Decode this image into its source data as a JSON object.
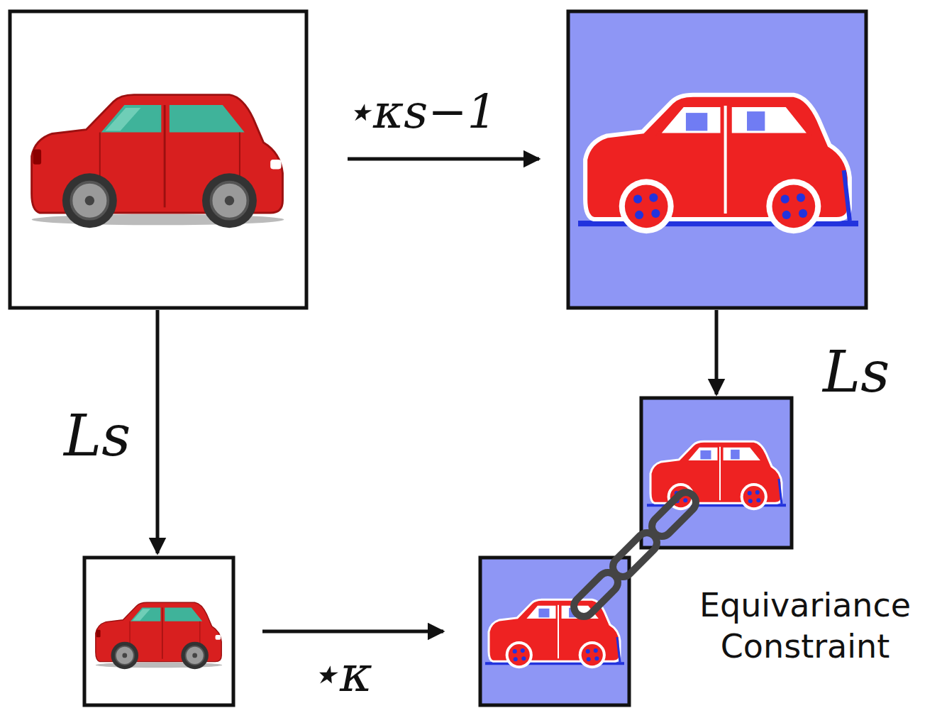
{
  "diagram": {
    "labels": [
      "⋆κs−1",
      "Ls",
      "Ls",
      "⋆κ",
      "Equivariance Constraint"
    ]
  }
}
